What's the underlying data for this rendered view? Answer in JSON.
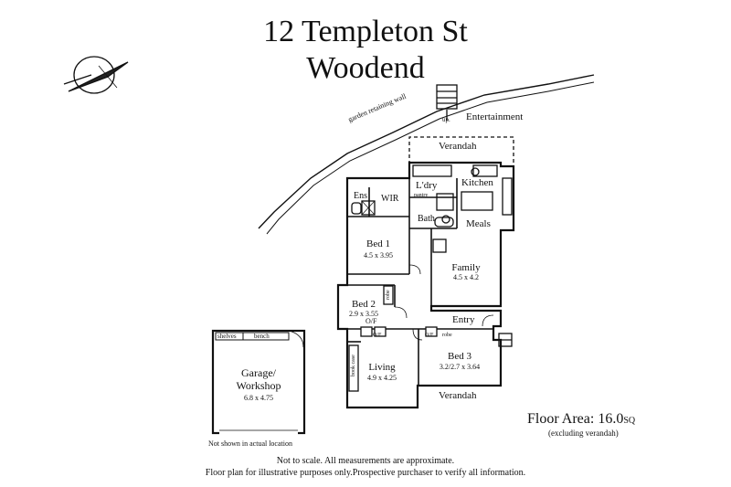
{
  "header": {
    "title_line1": "12 Templeton St",
    "title_line2": "Woodend"
  },
  "site": {
    "retaining_wall_label": "garden retaining wall",
    "stairs_label": "up.",
    "entertainment_label": "Entertainment"
  },
  "rooms": {
    "verandah_top": "Verandah",
    "laundry": "L'dry",
    "kitchen": "Kitchen",
    "pantry": "pantry",
    "ensuite": "Ens",
    "wir": "WIR",
    "bath": "Bath",
    "meals": "Meals",
    "bed1": {
      "name": "Bed 1",
      "size": "4.5 x 3.95"
    },
    "family": {
      "name": "Family",
      "size": "4.5 x 4.2"
    },
    "bed2": {
      "name": "Bed 2",
      "size": "2.9 x 3.55",
      "robe": "robe",
      "of": "O/F"
    },
    "entry": "Entry",
    "living": {
      "name": "Living",
      "size": "4.9 x 4.25",
      "bookcase": "book case",
      "of": "O/F"
    },
    "bed3": {
      "name": "Bed 3",
      "size": "3.2/2.7 x 3.64",
      "of": "O/F",
      "robe": "robe"
    },
    "verandah_bottom": "Verandah",
    "garage": {
      "name_line1": "Garage/",
      "name_line2": "Workshop",
      "size": "6.8 x 4.75",
      "shelves": "shelves",
      "bench": "bench",
      "note": "Not shown in actual location"
    }
  },
  "floor_area": {
    "label": "Floor Area: 16.0",
    "unit": "SQ",
    "note": "(excluding verandah)"
  },
  "footer": {
    "line1": "Not to scale. All measurements are approximate.",
    "line2": "Floor plan for illustrative purposes only.Prospective purchaser to verify all information."
  }
}
